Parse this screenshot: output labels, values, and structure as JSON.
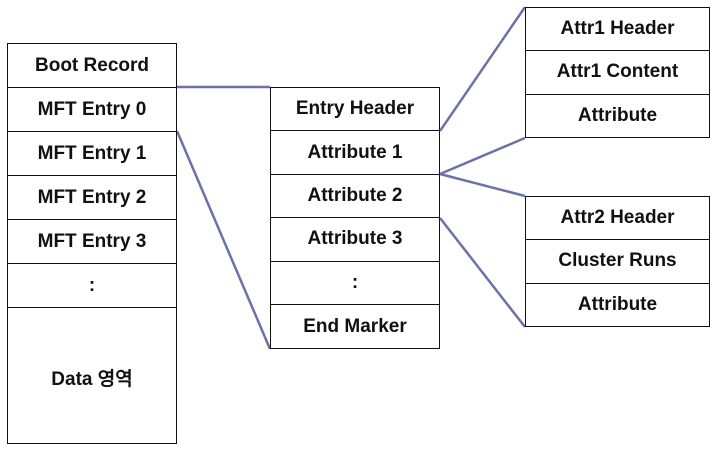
{
  "mft": {
    "items": [
      "Boot Record",
      "MFT Entry 0",
      "MFT Entry 1",
      "MFT Entry 2",
      "MFT Entry 3",
      ":"
    ],
    "data_area": "Data 영역"
  },
  "entry": {
    "items": [
      "Entry Header",
      "Attribute 1",
      "Attribute 2",
      "Attribute 3",
      ":",
      "End Marker"
    ]
  },
  "attr1": {
    "items": [
      "Attr1 Header",
      "Attr1 Content",
      "Attribute"
    ]
  },
  "attr2": {
    "items": [
      "Attr2 Header",
      "Cluster Runs",
      "Attribute"
    ]
  },
  "colors": {
    "connector": "#6b72a8",
    "border": "#111111"
  }
}
